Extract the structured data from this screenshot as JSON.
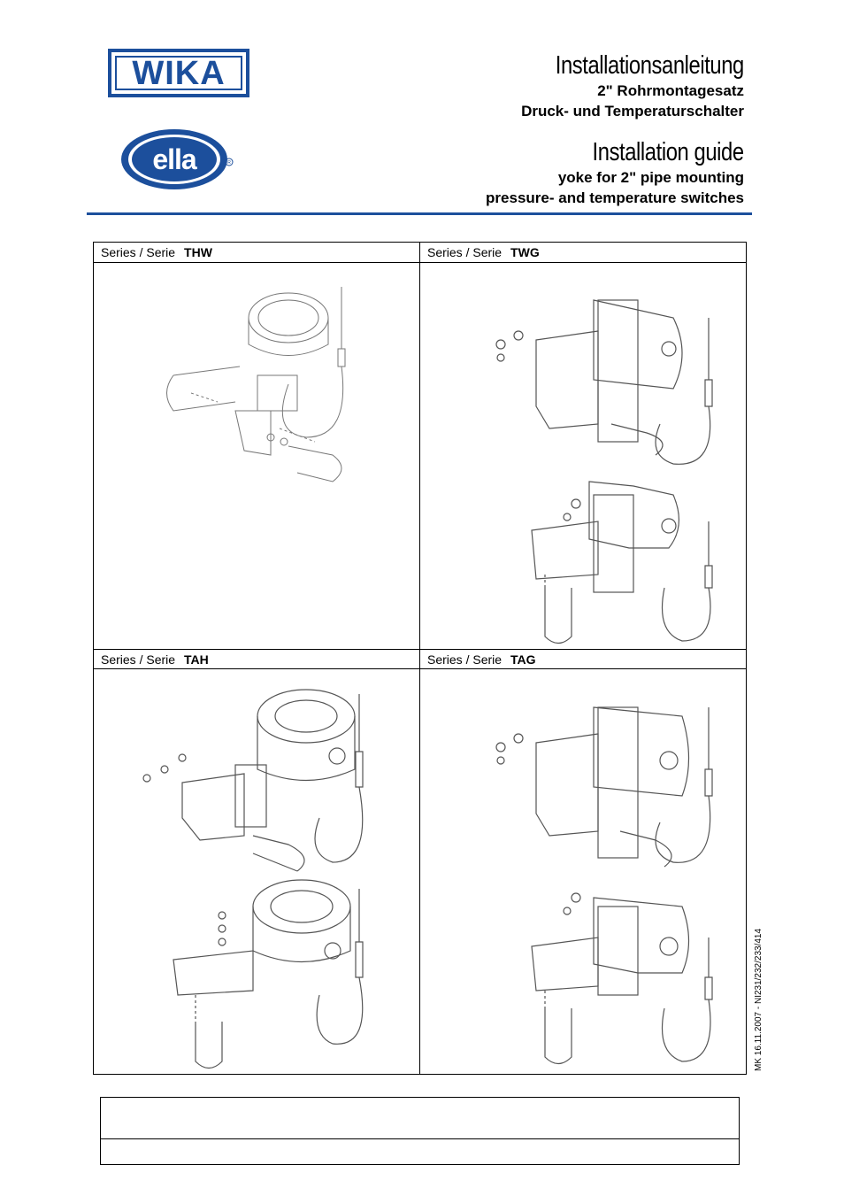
{
  "logos": {
    "wika_text": "WIKA",
    "ella_text": "ella"
  },
  "header": {
    "de_title": "Installationsanleitung",
    "de_line1": "2\" Rohrmontagesatz",
    "de_line2": "Druck- und Temperaturschalter",
    "en_title": "Installation guide",
    "en_line1": "yoke for 2\" pipe mounting",
    "en_line2": "pressure- and temperature switches"
  },
  "cells": [
    {
      "prefix": "Series / Serie",
      "series": "THW"
    },
    {
      "prefix": "Series / Serie",
      "series": "TWG"
    },
    {
      "prefix": "Series / Serie",
      "series": "TAH"
    },
    {
      "prefix": "Series / Serie",
      "series": "TAG"
    }
  ],
  "side_code": "MK 16.11.2007 - NI231/232/233/414",
  "colors": {
    "brand_blue": "#1c4f9c",
    "line": "#000000"
  }
}
